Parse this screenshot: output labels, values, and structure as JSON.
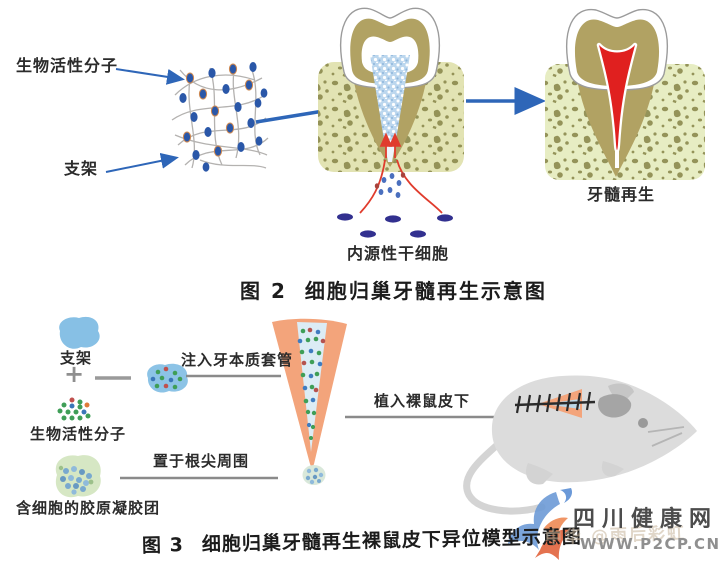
{
  "figure2": {
    "label_bioactive": "生物活性分子",
    "label_scaffold": "支架",
    "label_stem_cells": "内源性干细胞",
    "label_pulp_regen": "牙髓再生",
    "caption_prefix": "图 2",
    "caption_text": "细胞归巢牙髓再生示意图"
  },
  "figure3": {
    "label_scaffold": "支架",
    "plus_sign": "+",
    "label_bioactive": "生物活性分子",
    "label_gel": "含细胞的胶原凝胶团",
    "label_inject": "注入牙本质套管",
    "label_place_apex": "置于根尖周围",
    "label_implant": "植入裸鼠皮下",
    "caption_prefix": "图 3",
    "caption_text": "细胞归巢牙髓再生裸鼠皮下异位模型示意图"
  },
  "watermark": {
    "site_name": "四川健康网",
    "site_url": "WWW.P2CP.CN",
    "faint_text": "中华 @雨后彩虹"
  },
  "colors": {
    "arrow_blue": "#2e66b8",
    "red_arrow": "#e03c2d",
    "regenerated_pulp_red": "#e0201f",
    "bone_fill": "#e2e3b3",
    "bone_fill_right": "#e7edc3",
    "bone_speckle": "#8b894d",
    "dentin_tan": "#b1a263",
    "scaffold_canal_blue": "#bcd7ee",
    "stem_cell_navy": "#32308f",
    "dentin_sleeve_salmon": "#f3a47b",
    "canal_light_blue": "#dcecf5",
    "scaffold_blob_blue": "#87c0e5",
    "gel_green": "#d6e7c4",
    "mouse_gray": "#dcdcdc",
    "label_gray_line": "#8a8a8a"
  }
}
